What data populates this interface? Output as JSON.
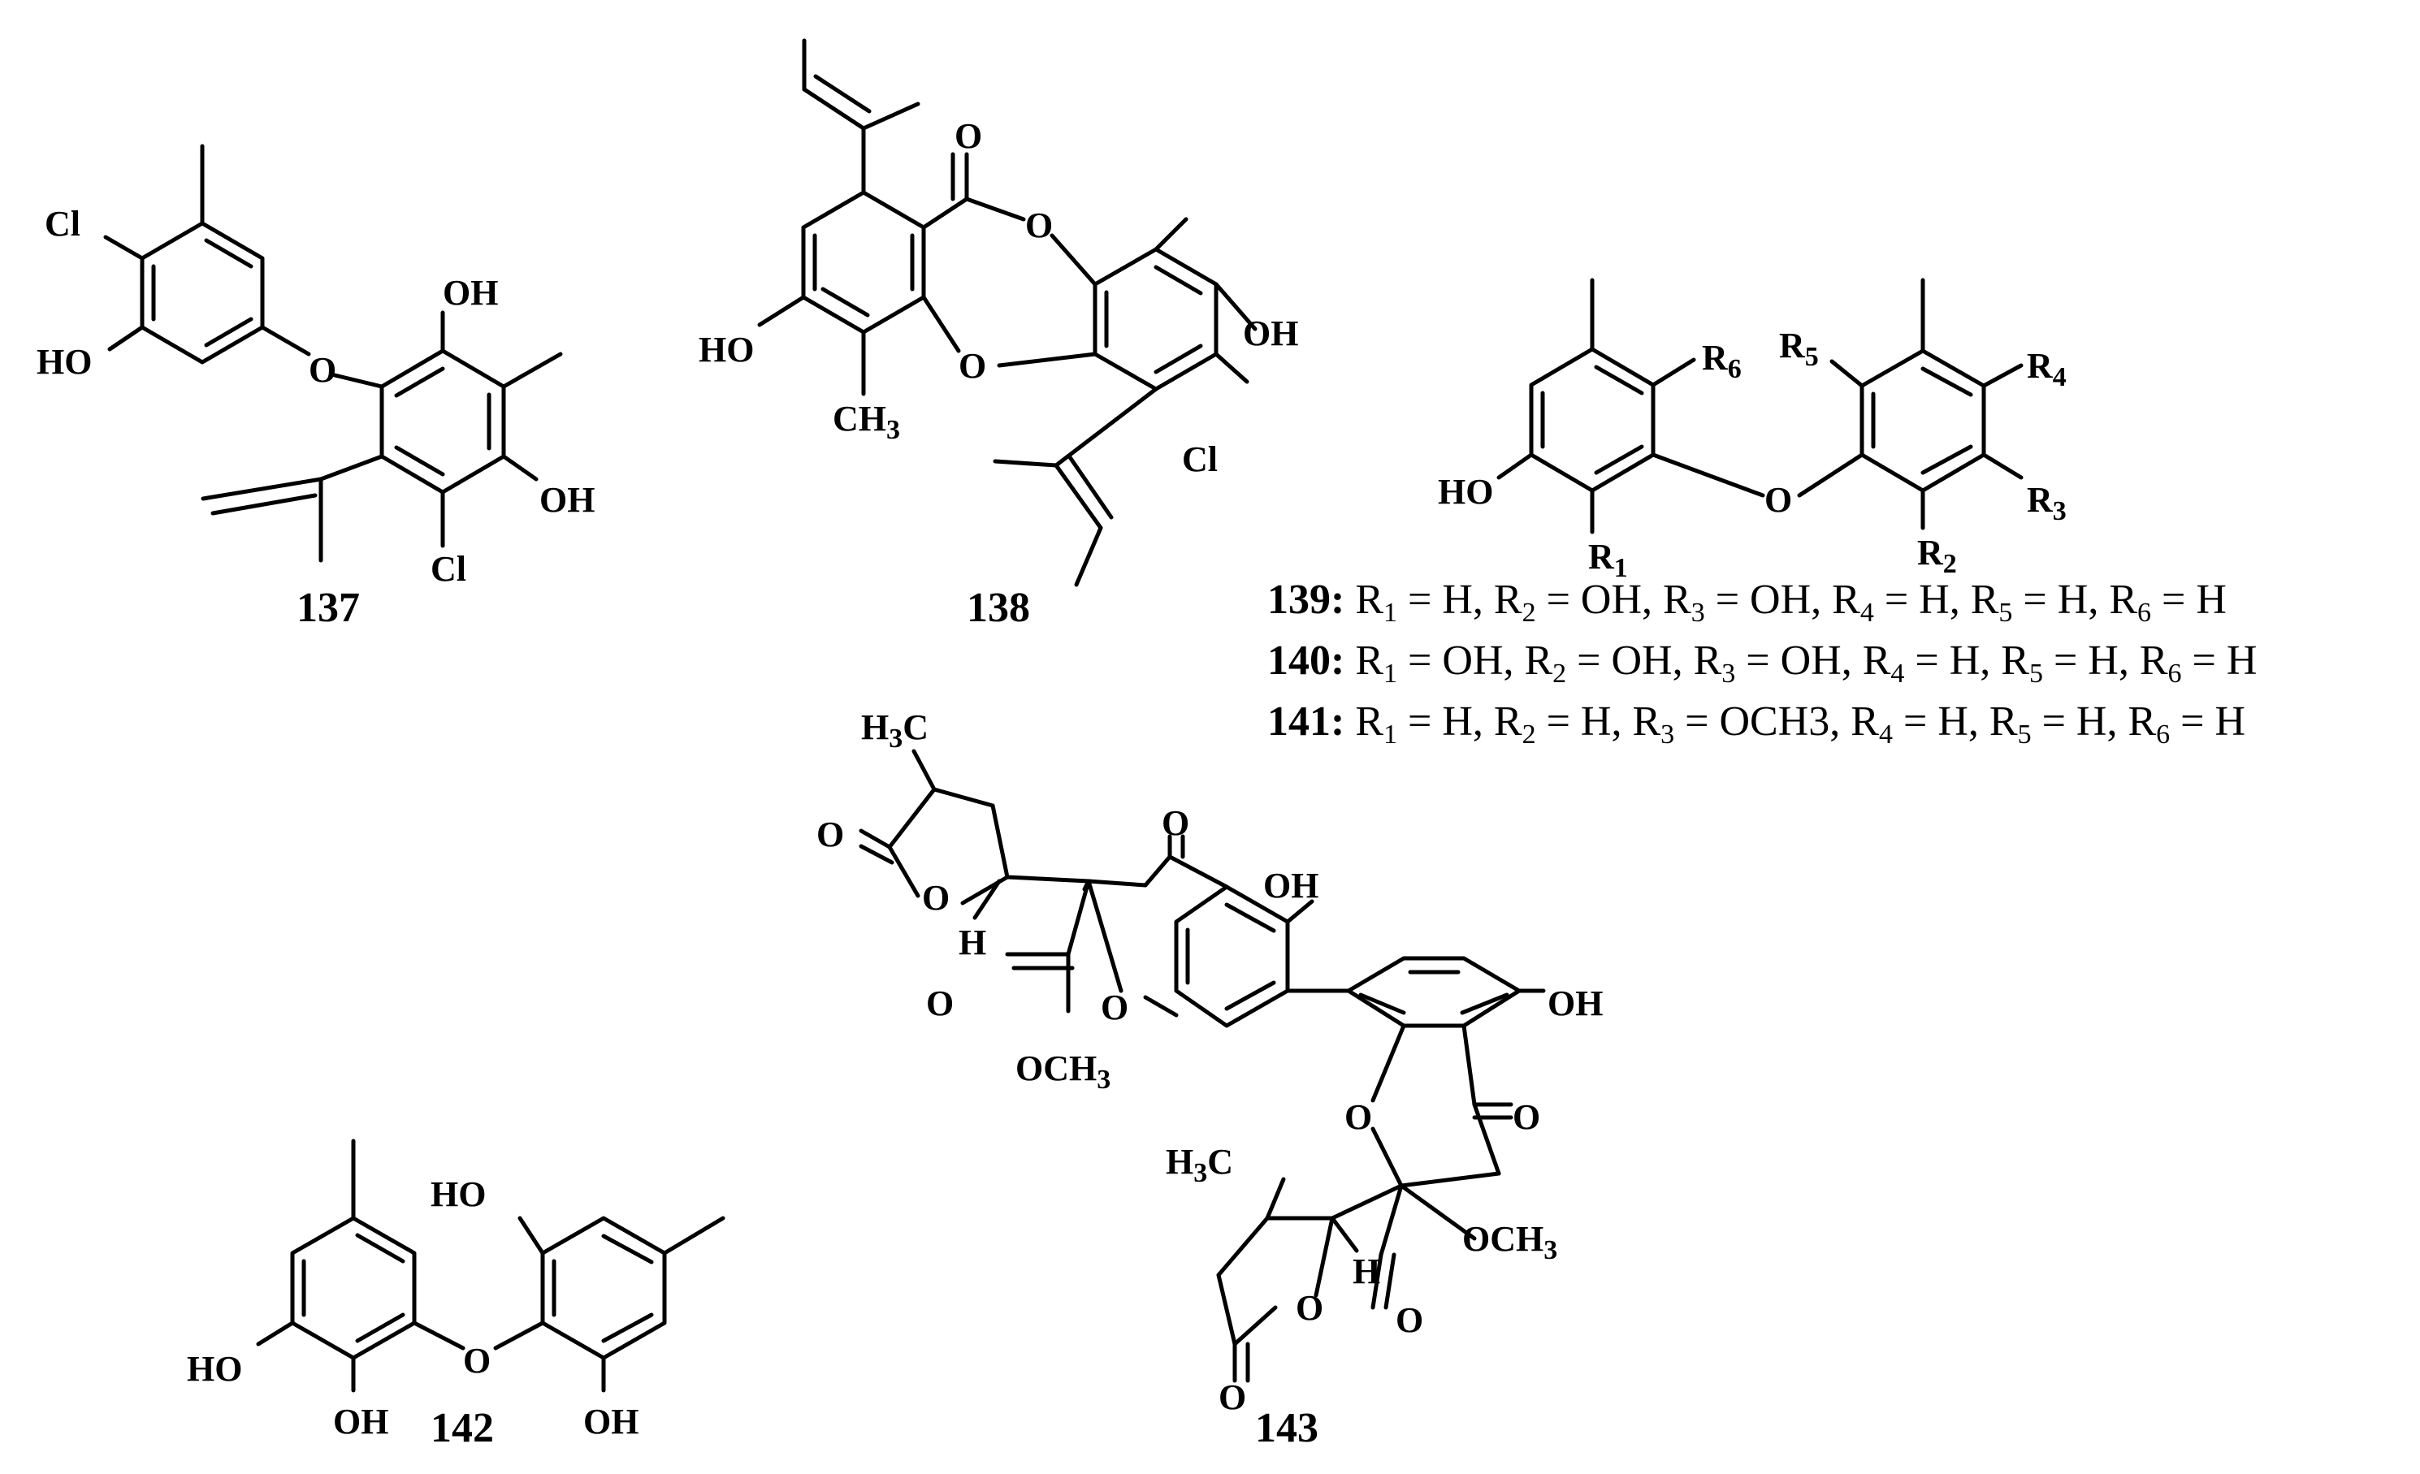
{
  "compounds": {
    "c137": {
      "id": "137",
      "atoms": {
        "cl_top": "Cl",
        "ho_left": "HO",
        "o_bridge": "O",
        "oh_top": "OH",
        "oh_right": "OH",
        "cl_bottom": "Cl"
      }
    },
    "c138": {
      "id": "138",
      "atoms": {
        "o_carbonyl": "O",
        "o_ester": "O",
        "o_ether": "O",
        "ho_left": "HO",
        "oh_right": "OH",
        "ch3": "CH",
        "ch3_sub": "3",
        "cl": "Cl"
      }
    },
    "c139_141": {
      "atoms": {
        "ho": "HO",
        "o_bridge": "O",
        "r1": "R",
        "r1_sub": "1",
        "r2": "R",
        "r2_sub": "2",
        "r3": "R",
        "r3_sub": "3",
        "r4": "R",
        "r4_sub": "4",
        "r5": "R",
        "r5_sub": "5",
        "r6": "R",
        "r6_sub": "6"
      },
      "substituent_rows": [
        {
          "id": "139",
          "r1": "H",
          "r2": "OH",
          "r3": "OH",
          "r4": "H",
          "r5": "H",
          "r6": "H"
        },
        {
          "id": "140",
          "r1": "OH",
          "r2": "OH",
          "r3": "OH",
          "r4": "H",
          "r5": "H",
          "r6": "H"
        },
        {
          "id": "141",
          "r1": "H",
          "r2": "H",
          "r3": "OCH3",
          "r4": "H",
          "r5": "H",
          "r6": "H"
        }
      ]
    },
    "c142": {
      "id": "142",
      "atoms": {
        "ho_left": "HO",
        "oh_bottom_left": "OH",
        "o_bridge": "O",
        "ho_top": "HO",
        "oh_bottom_right": "OH"
      }
    },
    "c143": {
      "id": "143",
      "atoms": {
        "h3c_top": "H",
        "h3c_top_sub": "3",
        "h3c_top_c": "C",
        "o_lactone_top_carbonyl": "O",
        "o_lactone_top_ring": "O",
        "h_top": "H",
        "o_ketone_top": "O",
        "oh_top": "OH",
        "o_carboxyl_top": "O",
        "o_chromanone_top": "O",
        "och3_top": "OCH",
        "och3_top_sub": "3",
        "oh_right": "OH",
        "o_chromanone_bottom": "O",
        "o_ketone_bottom": "O",
        "h3c_bottom": "H",
        "h3c_bottom_sub": "3",
        "h3c_bottom_c": "C",
        "h_bottom": "H",
        "och3_bottom": "OCH",
        "och3_bottom_sub": "3",
        "o_lactone_bottom_ring": "O",
        "o_carboxyl_bottom": "O",
        "o_lactone_bottom_carbonyl": "O"
      }
    }
  }
}
